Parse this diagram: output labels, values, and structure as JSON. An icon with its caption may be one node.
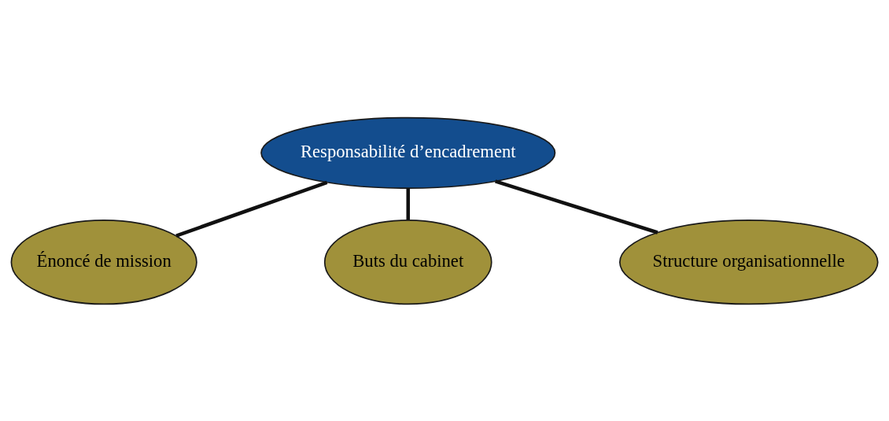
{
  "diagram": {
    "nodes": [
      {
        "text": [
          "Énoncé de mission"
        ]
      },
      {
        "text": [
          "Responsabilité d’encadrement"
        ]
      },
      {
        "text": [
          "Buts du cabinet"
        ]
      },
      {
        "text": [
          "Structure organisationnelle"
        ]
      }
    ],
    "edges": [
      {
        "from": 1,
        "to": 0,
        "arrow": "none"
      },
      {
        "from": 1,
        "to": 2,
        "arrow": "none"
      },
      {
        "from": 1,
        "to": 3,
        "arrow": "none"
      }
    ]
  }
}
